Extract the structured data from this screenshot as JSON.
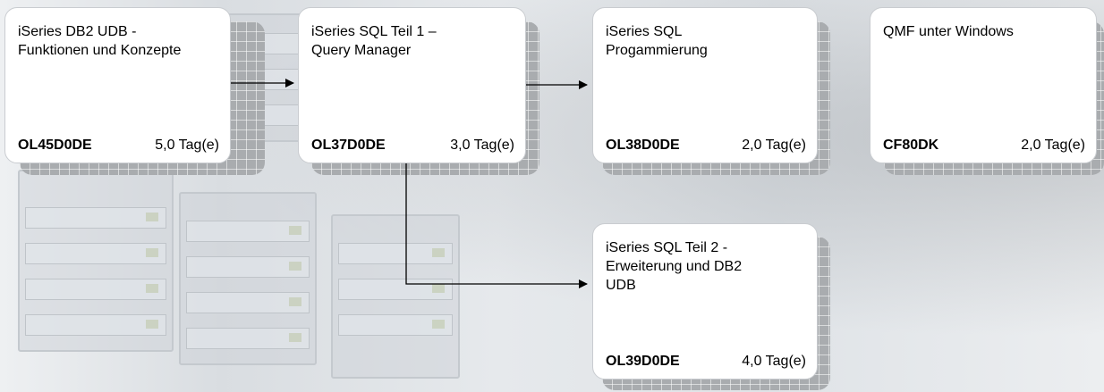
{
  "courses": [
    {
      "id": "c1",
      "title": "iSeries DB2 UDB -\nFunktionen und Konzepte",
      "code": "OL45D0DE",
      "duration": "5,0 Tag(e)"
    },
    {
      "id": "c2",
      "title": "iSeries SQL Teil 1 –\nQuery Manager",
      "code": "OL37D0DE",
      "duration": "3,0 Tag(e)"
    },
    {
      "id": "c3",
      "title": "iSeries SQL\nProgammierung",
      "code": "OL38D0DE",
      "duration": "2,0 Tag(e)"
    },
    {
      "id": "c4",
      "title": "QMF unter Windows",
      "code": "CF80DK",
      "duration": "2,0 Tag(e)"
    },
    {
      "id": "c5",
      "title": "iSeries SQL Teil 2 -\nErweiterung und DB2\nUDB",
      "code": "OL39D0DE",
      "duration": "4,0 Tag(e)"
    }
  ],
  "connections": [
    {
      "from": "c1",
      "to": "c2"
    },
    {
      "from": "c2",
      "to": "c3"
    },
    {
      "from": "c2",
      "to": "c5"
    }
  ],
  "colors": {
    "box_fill": "#ffffff",
    "shadow": "#a9acaf",
    "arrow": "#000000"
  }
}
